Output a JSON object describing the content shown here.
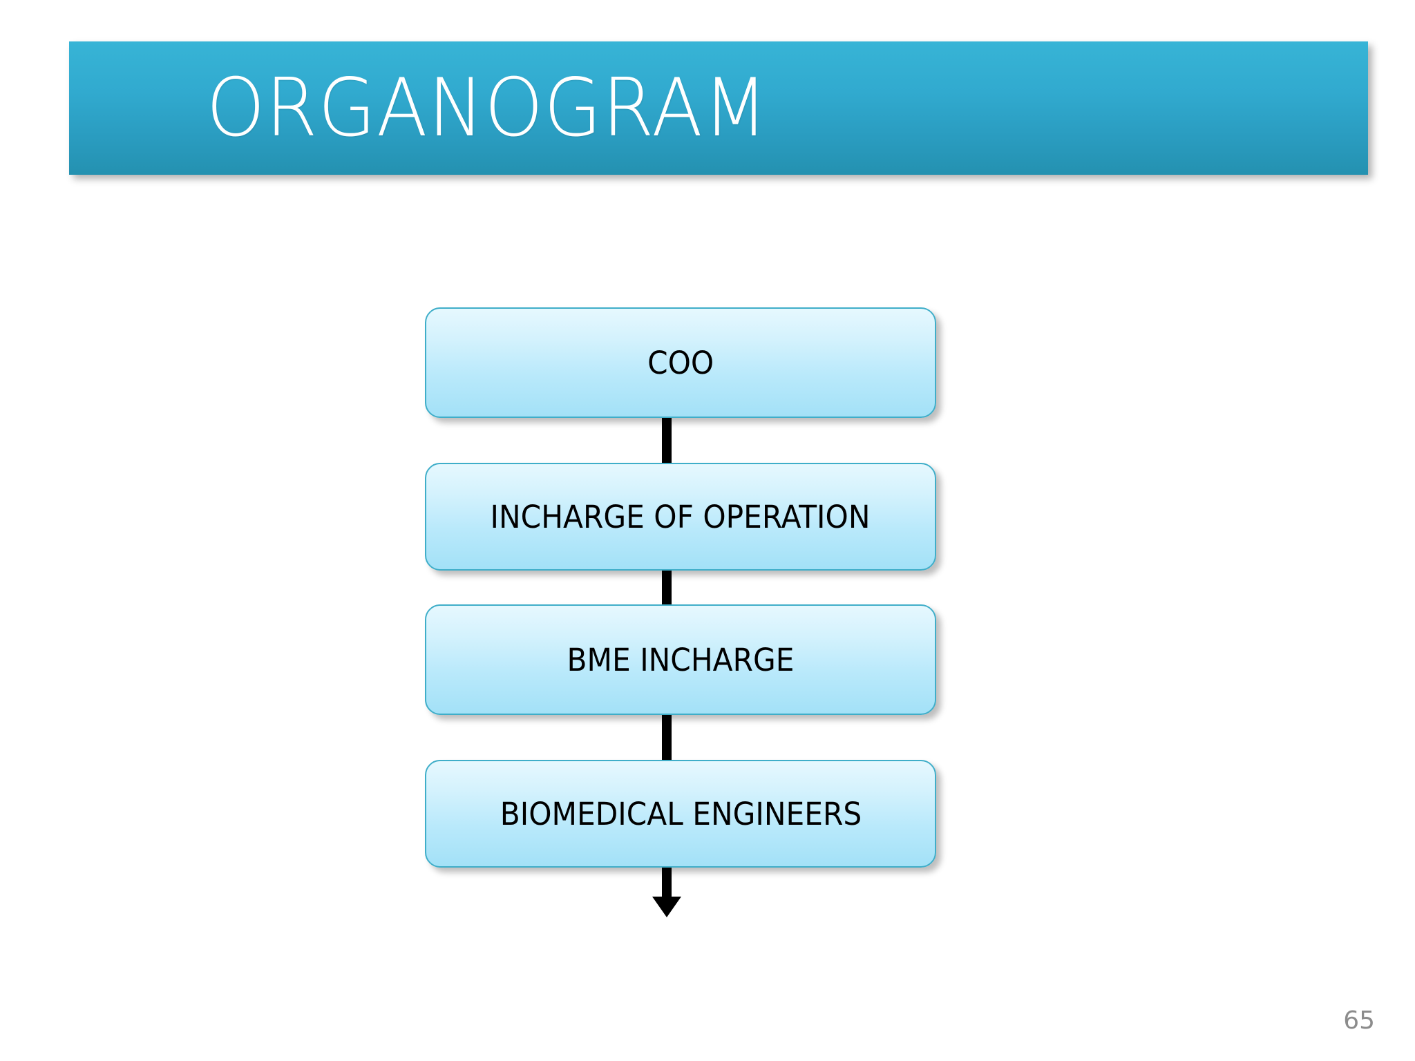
{
  "slide": {
    "background_color": "#ffffff",
    "page_number": "65"
  },
  "title": {
    "text": "ORGANOGRAM",
    "color": "#ffffff",
    "banner_gradient_top": "#37b4d6",
    "banner_gradient_bottom": "#2491b0"
  },
  "chart_data": {
    "type": "diagram",
    "subtype": "organizational-chart",
    "title": "ORGANOGRAM",
    "orientation": "vertical-top-down",
    "node_fill_top": "#e6f8fe",
    "node_fill_bottom": "#a3e1f7",
    "node_border_color": "#3faec9",
    "connector_color": "#000000",
    "nodes": [
      {
        "id": "coo",
        "label": "COO",
        "level": 1
      },
      {
        "id": "incharge-operation",
        "label": "INCHARGE OF OPERATION",
        "level": 2
      },
      {
        "id": "bme-incharge",
        "label": "BME INCHARGE",
        "level": 3
      },
      {
        "id": "biomedical-engineers",
        "label": "BIOMEDICAL ENGINEERS",
        "level": 4
      }
    ],
    "edges": [
      {
        "from": "coo",
        "to": "incharge-operation",
        "style": "line"
      },
      {
        "from": "incharge-operation",
        "to": "bme-incharge",
        "style": "line"
      },
      {
        "from": "bme-incharge",
        "to": "biomedical-engineers",
        "style": "line"
      },
      {
        "from": "biomedical-engineers",
        "to": null,
        "style": "arrow-down"
      }
    ]
  }
}
